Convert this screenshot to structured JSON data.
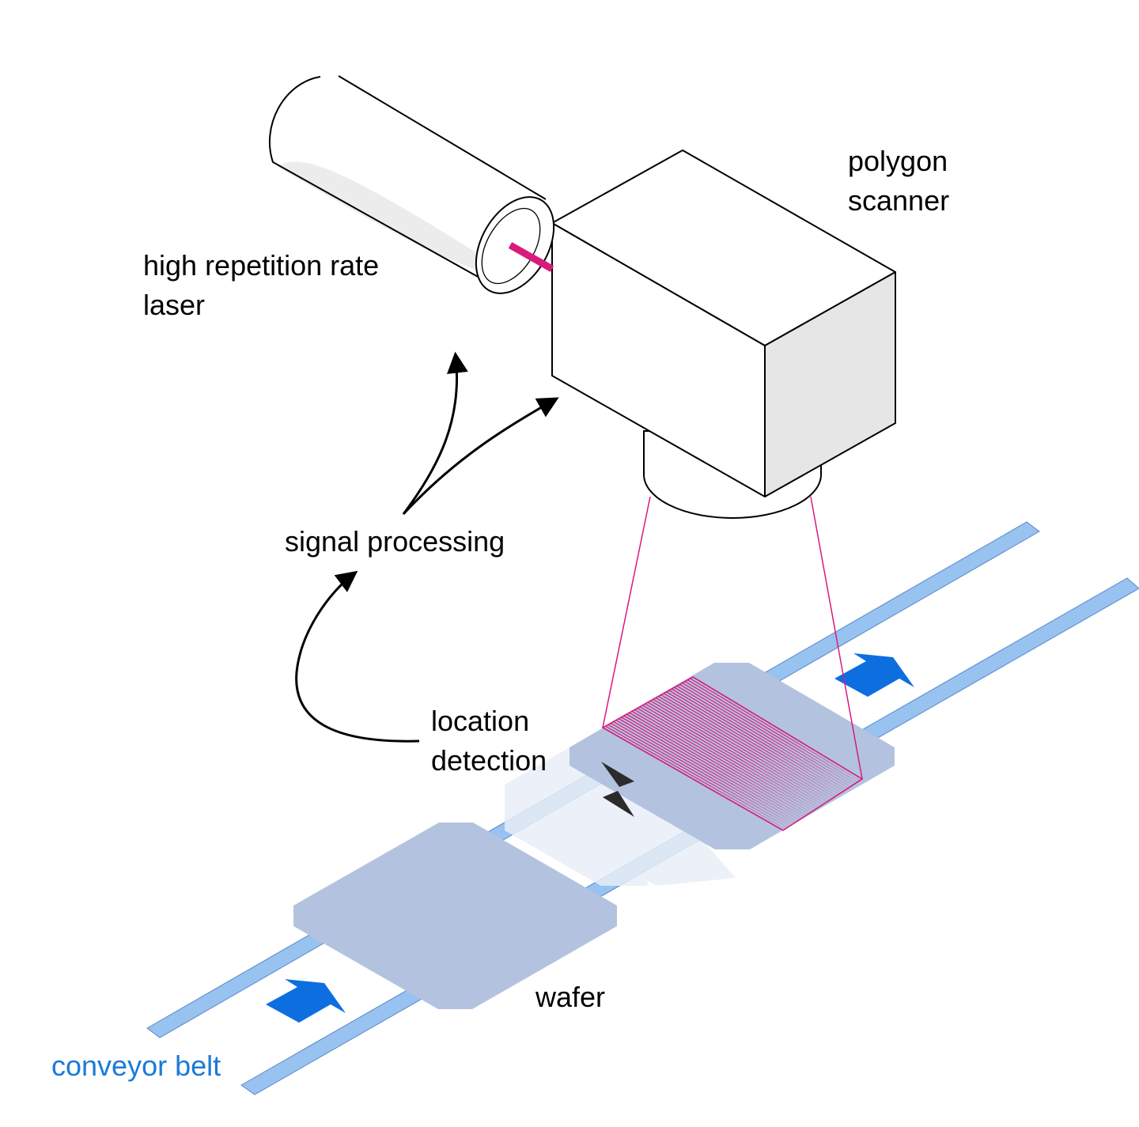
{
  "labels": {
    "laser_line1": "high repetition rate",
    "laser_line2": "laser",
    "scanner_line1": "polygon",
    "scanner_line2": "scanner",
    "signal_processing": "signal processing",
    "location_line1": "location",
    "location_line2": "detection",
    "wafer": "wafer",
    "conveyor_belt": "conveyor belt"
  },
  "colors": {
    "belt": "#98c2f0",
    "arrow": "#0d6ee0",
    "wafer": "#b3c3df",
    "wafer_ghost": "#e9eef7",
    "laser_beam": "#d81b7a",
    "scan_lines": "#d81b7a",
    "conveyor_label": "#1a7ad9",
    "scanner_top": "#ffffff",
    "scanner_side": "#e6e6e6",
    "sensor": "#2b2b2b"
  },
  "icons": {
    "laser": "cylinder-laser-icon",
    "scanner": "box-scanner-icon",
    "sensor": "triangle-sensor-icon",
    "direction": "direction-arrow-icon"
  }
}
